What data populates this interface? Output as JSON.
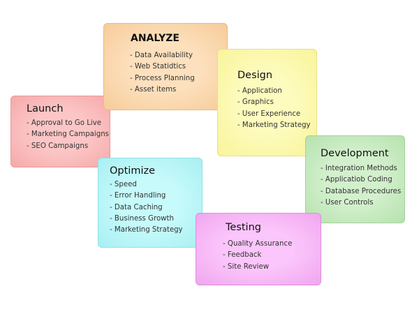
{
  "stages": {
    "analyze": {
      "title": "ANALYZE",
      "items": [
        "Data Availability",
        "Web Statidtics",
        "Process Planning",
        "Asset items"
      ],
      "color": "#f9d5a8"
    },
    "launch": {
      "title": "Launch",
      "items": [
        "Approval to Go Live",
        "Marketing Campaigns",
        "SEO Campaigns"
      ],
      "color": "#f9b9b9"
    },
    "design": {
      "title": "Design",
      "items": [
        "Application",
        "Graphics",
        "User Experience",
        "Marketing Strategy"
      ],
      "color": "#fbf8a6"
    },
    "development": {
      "title": "Development",
      "items": [
        "Integration Methods",
        "Applicatiob Coding",
        "Database Procedures",
        "User Controls"
      ],
      "color": "#c3e9bd"
    },
    "optimize": {
      "title": "Optimize",
      "items": [
        "Speed",
        "Error Handling",
        "Data Caching",
        "Business Growth",
        "Marketing Strategy"
      ],
      "color": "#b5f6f7"
    },
    "testing": {
      "title": "Testing",
      "items": [
        "Quality Assurance",
        "Feedback",
        "Site Review"
      ],
      "color": "#f6b6f5"
    }
  }
}
